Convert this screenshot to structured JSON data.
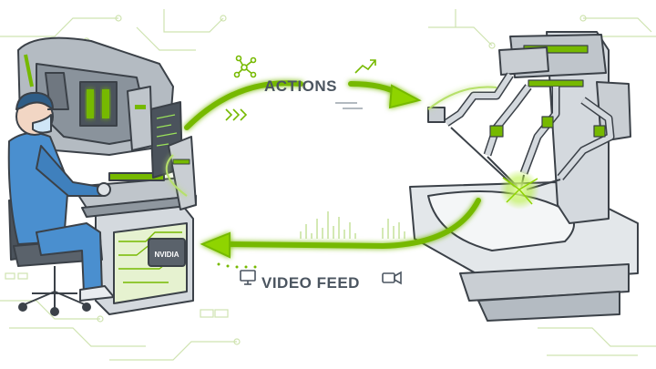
{
  "labels": {
    "actions": "ACTIONS",
    "video_feed": "VIDEO FEED",
    "brand": "NVIDIA"
  },
  "colors": {
    "accent_green": "#76b900",
    "bright_green": "#8fd400",
    "scrub_blue": "#4a8fcf",
    "scrub_dark": "#2f5d86",
    "machine_gray": "#c9ced3",
    "machine_dark": "#6f7780",
    "outline": "#3b4148",
    "circuit_light": "#cfe3b0"
  },
  "icons": [
    "network-icon",
    "trend-arrow-icon",
    "chevrons-icon",
    "monitor-icon",
    "video-camera-icon"
  ]
}
